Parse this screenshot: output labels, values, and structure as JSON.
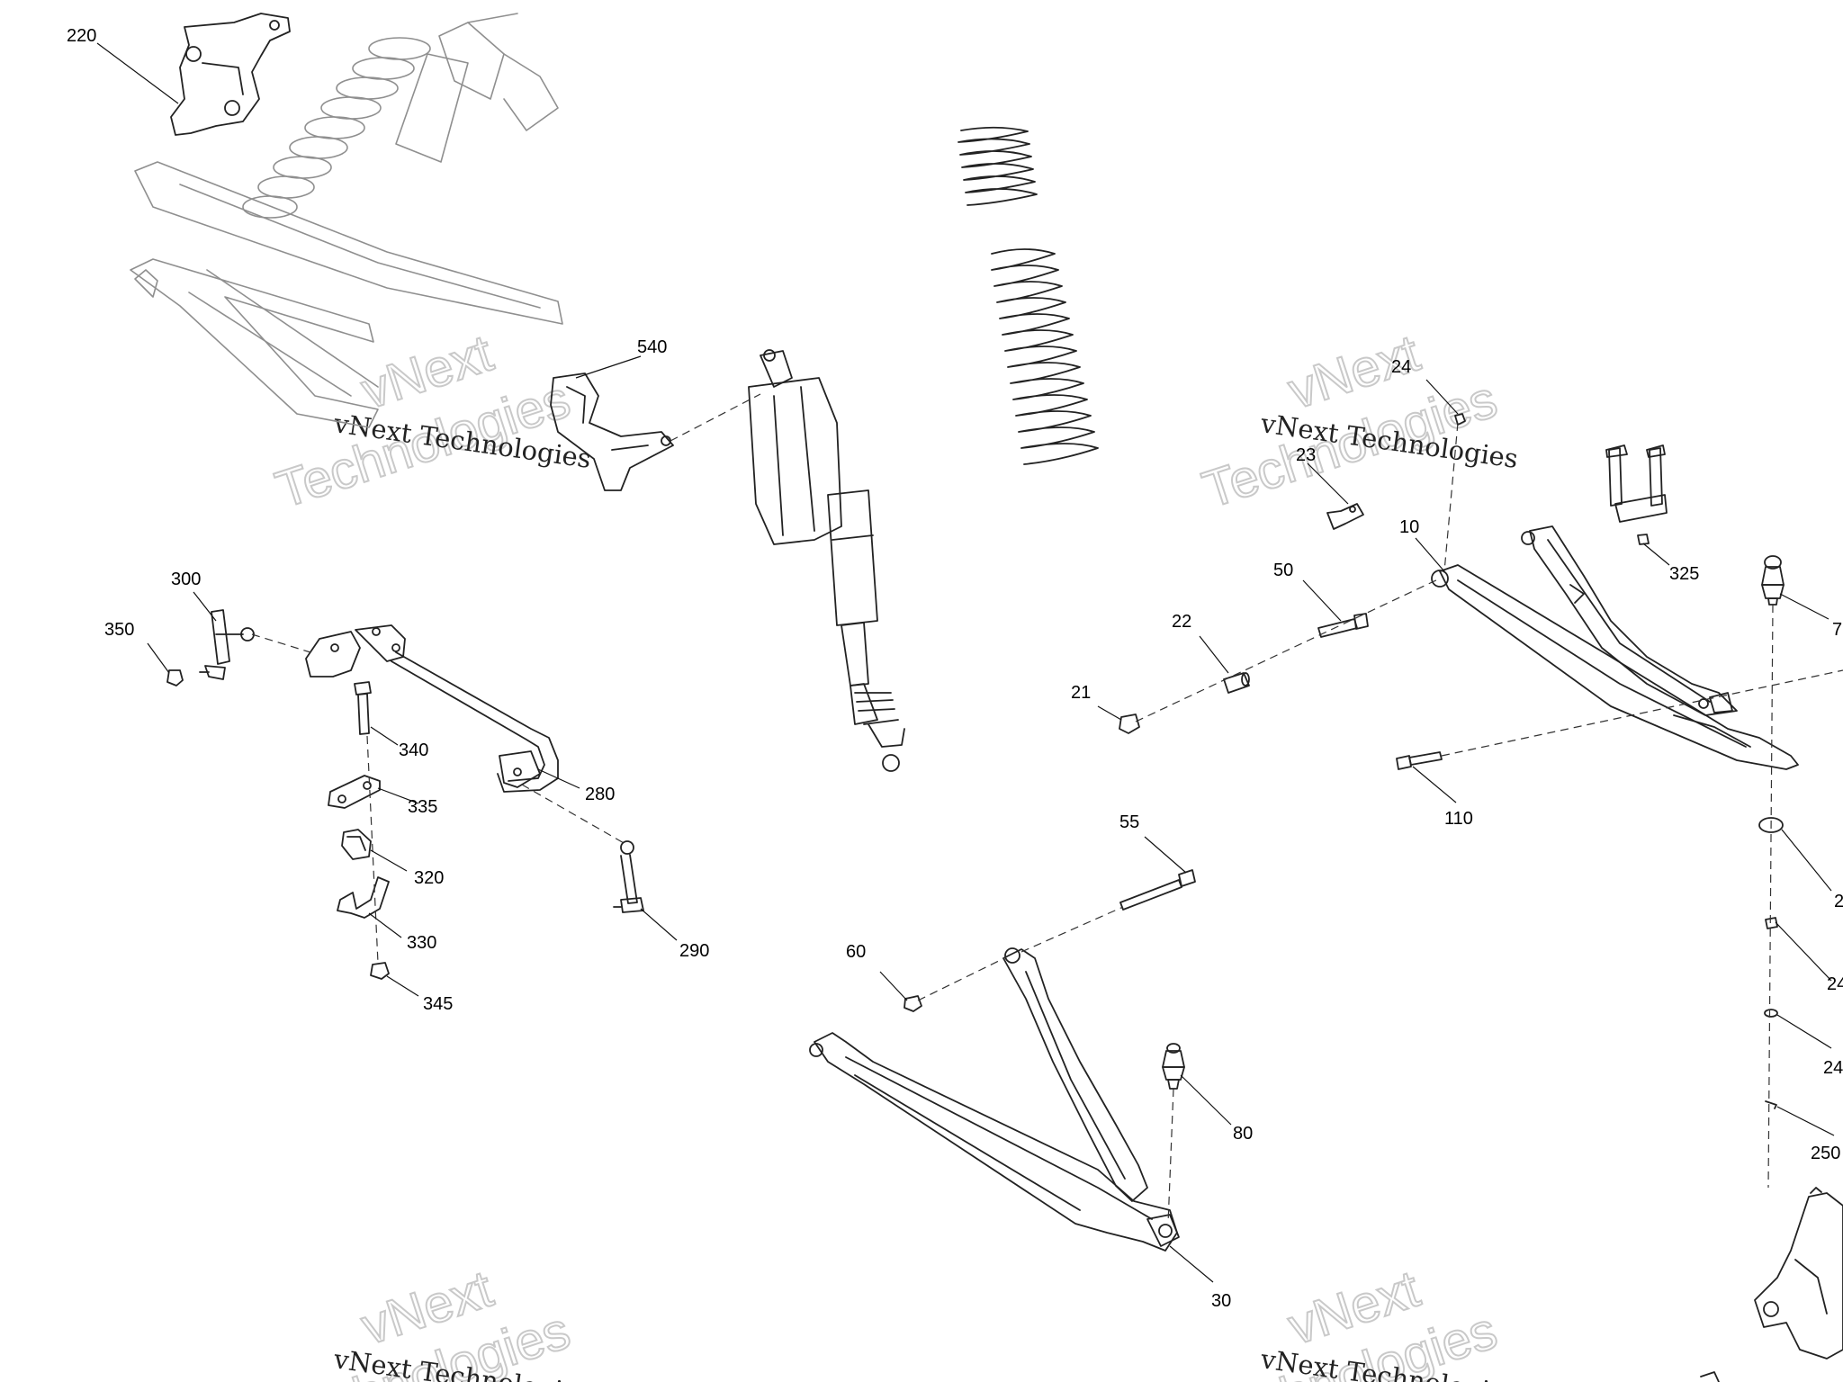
{
  "labels": {
    "l220": "220",
    "l540": "540",
    "l24a": "24",
    "l23": "23",
    "l10": "10",
    "l325": "325",
    "l300": "300",
    "l350": "350",
    "l50": "50",
    "l22": "22",
    "l21": "21",
    "l7": "7",
    "l340": "340",
    "l280": "280",
    "l335": "335",
    "l110": "110",
    "l320": "320",
    "l55": "55",
    "l330": "330",
    "l290": "290",
    "l60": "60",
    "l345": "345",
    "l80": "80",
    "l30": "30",
    "l2": "2",
    "l24b": "24",
    "l24c": "24",
    "l250": "250"
  },
  "watermark": {
    "ghost_line1": "vNext",
    "ghost_line2": "Technologies",
    "text": "vNext Technologies"
  }
}
